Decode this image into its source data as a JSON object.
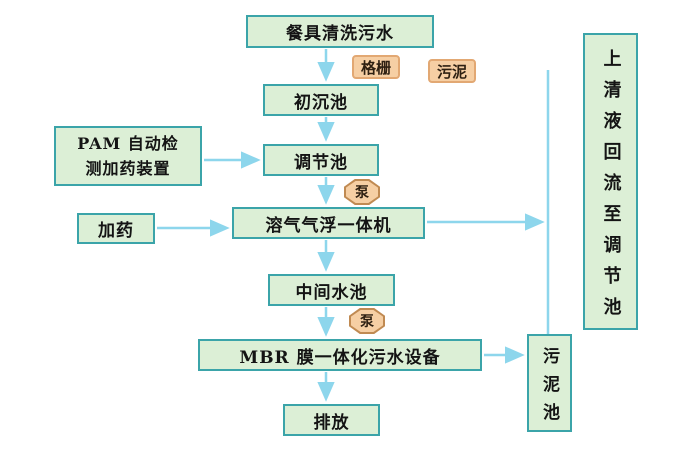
{
  "diagram": {
    "title_implicit": "",
    "nodes": {
      "wastewater": "餐具清洗污水",
      "primary_tank": "初沉池",
      "regulating_tank": "调节池",
      "flotation": "溶气气浮一体机",
      "middle_tank": "中间水池",
      "mbr": "MBR 膜一体化污水设备",
      "discharge": "排放",
      "sludge_tank": "污泥池",
      "supernatant_return": "上清液回流至调节池",
      "pam_line1": "PAM 自动检",
      "pam_line2": "测加药装置",
      "dosing": "加药"
    },
    "labels": {
      "grid": "格栅",
      "sludge": "污泥",
      "pump1": "泵",
      "pump2": "泵"
    },
    "colors": {
      "box_fill": "#dcefd6",
      "box_border": "#3ba4a9",
      "label_fill": "#f6cfa4",
      "label_border": "#e2a873",
      "arrow": "#8dd6ec",
      "text": "#141414"
    }
  }
}
